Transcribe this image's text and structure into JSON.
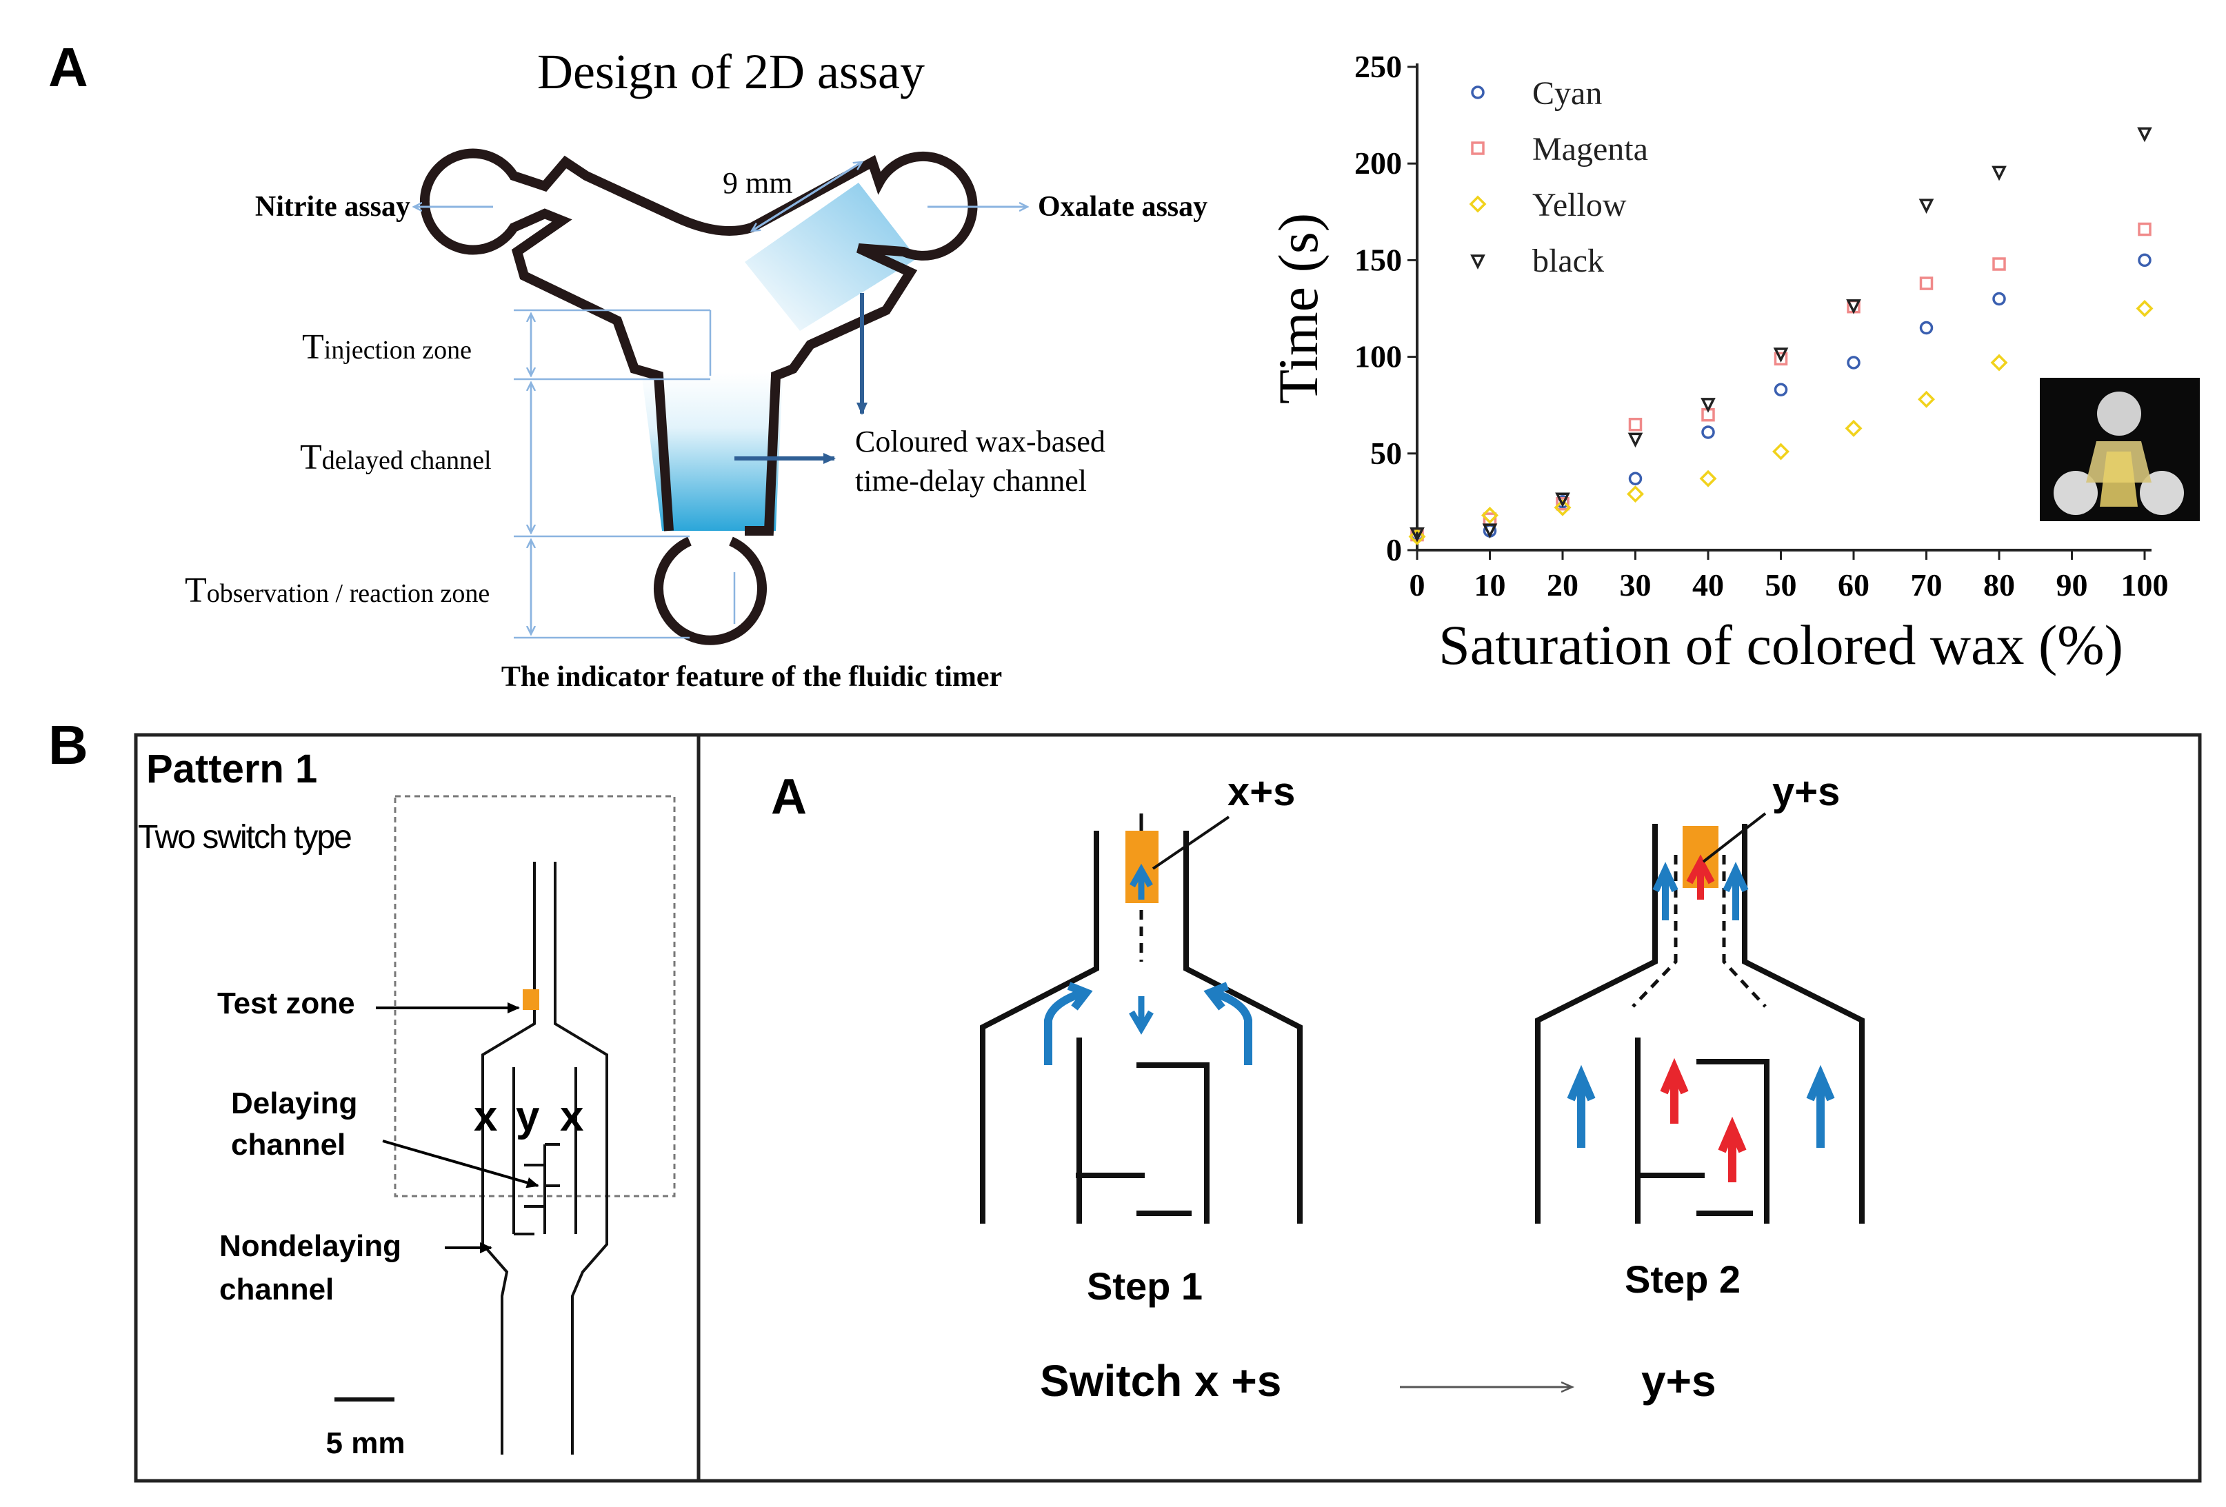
{
  "panel_a": {
    "label": "A",
    "title": "Design of 2D assay",
    "dimension": "9 mm",
    "left_assay": "Nitrite assay",
    "right_assay": "Oxalate assay",
    "t_injection_main": "T",
    "t_injection_sub": "injection zone",
    "t_delayed_main": "T",
    "t_delayed_sub": "delayed  channel",
    "t_observation_main": "T",
    "t_observation_sub": "observation / reaction zone",
    "channel_label_line1": "Coloured wax-based",
    "channel_label_line2": "time-delay channel",
    "indicator_caption": "The indicator feature of the fluidic timer"
  },
  "chart_data": {
    "type": "scatter",
    "xlabel": "Saturation of colored wax (%)",
    "ylabel": "Time (s)",
    "xlim": [
      0,
      100
    ],
    "ylim": [
      0,
      250
    ],
    "x_ticks": [
      "0",
      "10",
      "20",
      "30",
      "40",
      "50",
      "60",
      "70",
      "80",
      "90",
      "100"
    ],
    "y_ticks": [
      "0",
      "50",
      "100",
      "150",
      "200",
      "250"
    ],
    "legend_position": "top-left",
    "series": [
      {
        "name": "Cyan",
        "color": "#3a5fb0",
        "marker": "circle",
        "x": [
          0,
          10,
          20,
          30,
          40,
          50,
          60,
          70,
          80,
          100
        ],
        "y": [
          8,
          10,
          25,
          37,
          61,
          83,
          97,
          115,
          130,
          150
        ]
      },
      {
        "name": "Magenta",
        "color": "#f08a8a",
        "marker": "square",
        "x": [
          0,
          10,
          20,
          30,
          40,
          50,
          60,
          70,
          80,
          100
        ],
        "y": [
          8,
          16,
          24,
          65,
          70,
          99,
          126,
          138,
          148,
          166
        ]
      },
      {
        "name": "Yellow",
        "color": "#f1d21c",
        "marker": "diamond",
        "x": [
          0,
          10,
          20,
          30,
          40,
          50,
          60,
          70,
          80,
          100
        ],
        "y": [
          7,
          18,
          22,
          29,
          37,
          51,
          63,
          78,
          97,
          125
        ]
      },
      {
        "name": "black",
        "color": "#222222",
        "marker": "triangle-down",
        "x": [
          0,
          10,
          20,
          30,
          40,
          50,
          60,
          70,
          80,
          100
        ],
        "y": [
          9,
          11,
          27,
          58,
          76,
          102,
          127,
          179,
          196,
          216
        ]
      }
    ]
  },
  "panel_b": {
    "label": "B",
    "pattern_title": "Pattern 1",
    "pattern_subtitle": "Two switch type",
    "test_zone": "Test zone",
    "delaying_line1": "Delaying",
    "delaying_line2": "channel",
    "nondelaying_line1": "Nondelaying",
    "nondelaying_line2": "channel",
    "letter_x": "x",
    "letter_y": "y",
    "scale": "5 mm",
    "inner_label": "A",
    "step1_label": "x+s",
    "step2_label": "y+s",
    "step1": "Step 1",
    "step2": "Step 2",
    "switch_text": "Switch x +s",
    "switch_result": "y+s"
  },
  "colors": {
    "orange": "#f39a1b",
    "blue_arrow": "#1f7dc2",
    "red_arrow": "#e8262d",
    "line_blue": "#8bb4e0",
    "channel_blue": "#2aa7d8"
  }
}
